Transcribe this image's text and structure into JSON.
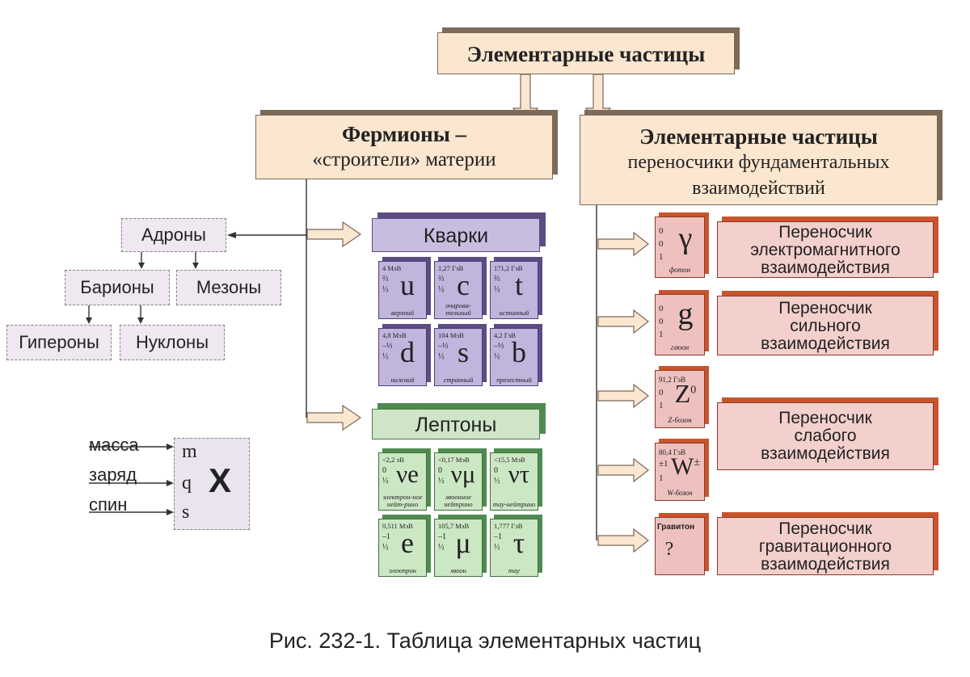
{
  "title": "Элементарные частицы",
  "fermions": {
    "line1": "Фермионы –",
    "line2": "«строители» материи"
  },
  "carriers": {
    "line1": "Элементарные частицы",
    "line2": "переносчики фундаментальных",
    "line3": "взаимодействий"
  },
  "hadrons": {
    "adrony": "Адроны",
    "bariony": "Барионы",
    "mezony": "Мезоны",
    "giperony": "Гипероны",
    "nuklony": "Нуклоны"
  },
  "quarks": {
    "header": "Кварки",
    "tiles": [
      {
        "mass": "4 МэВ",
        "charge": "⅔",
        "spin": "½",
        "symbol": "u",
        "name": "верхний"
      },
      {
        "mass": "1,27 ГэВ",
        "charge": "⅔",
        "spin": "½",
        "symbol": "c",
        "name": "очарова-тельный"
      },
      {
        "mass": "171,2 ГэВ",
        "charge": "⅔",
        "spin": "½",
        "symbol": "t",
        "name": "истинный"
      },
      {
        "mass": "4,8 МэВ",
        "charge": "–⅓",
        "spin": "½",
        "symbol": "d",
        "name": "нижний"
      },
      {
        "mass": "104 МэВ",
        "charge": "–⅓",
        "spin": "½",
        "symbol": "s",
        "name": "странный"
      },
      {
        "mass": "4,2 ГэВ",
        "charge": "–⅓",
        "spin": "½",
        "symbol": "b",
        "name": "прелестный"
      }
    ]
  },
  "leptons": {
    "header": "Лептоны",
    "tiles": [
      {
        "mass": "<2,2 эВ",
        "charge": "0",
        "spin": "½",
        "symbol": "νe",
        "name": "электрон-ное нейт-рино"
      },
      {
        "mass": "<0,17 МэВ",
        "charge": "0",
        "spin": "½",
        "symbol": "νμ",
        "name": "мюонное нейтрино"
      },
      {
        "mass": "<15,5 МэВ",
        "charge": "0",
        "spin": "½",
        "symbol": "ντ",
        "name": "тау-нейтрино"
      },
      {
        "mass": "0,511 МэВ",
        "charge": "–1",
        "spin": "½",
        "symbol": "e",
        "name": "электрон"
      },
      {
        "mass": "105,7 МэВ",
        "charge": "–1",
        "spin": "½",
        "symbol": "μ",
        "name": "мюон"
      },
      {
        "mass": "1,777 ГэВ",
        "charge": "–1",
        "spin": "½",
        "symbol": "τ",
        "name": "тау"
      }
    ]
  },
  "bosons": {
    "photon": {
      "mass": "0",
      "charge": "0",
      "spin": "1",
      "symbol": "γ",
      "name": "фотон"
    },
    "gluon": {
      "mass": "0",
      "charge": "0",
      "spin": "1",
      "symbol": "g",
      "name": "глюон"
    },
    "z": {
      "mass": "91,2 ГэВ",
      "charge": "0",
      "spin": "1",
      "symbol": "Z",
      "sup": "0",
      "name": "Z-бозон"
    },
    "w": {
      "mass": "80,4 ГэВ",
      "charge": "±1",
      "spin": "1",
      "symbol": "W",
      "sup": "±",
      "name": "W-бозон"
    },
    "graviton": {
      "label": "Гравитон",
      "symbol": "?"
    }
  },
  "carrier_boxes": {
    "em": {
      "line1": "Переносчик",
      "line2": "электромагнитного",
      "line3": "взаимодействия"
    },
    "strong": {
      "line1": "Переносчик",
      "line2": "сильного",
      "line3": "взаимодействия"
    },
    "weak": {
      "line1": "Переносчик",
      "line2": "слабого",
      "line3": "взаимодействия"
    },
    "grav": {
      "line1": "Переносчик",
      "line2": "гравитационного",
      "line3": "взаимодействия"
    }
  },
  "legend": {
    "massa": "масса",
    "zaryad": "заряд",
    "spin": "спин",
    "m": "m",
    "q": "q",
    "s": "s",
    "x": "X"
  },
  "caption": "Рис. 232-1. Таблица элементарных частиц"
}
